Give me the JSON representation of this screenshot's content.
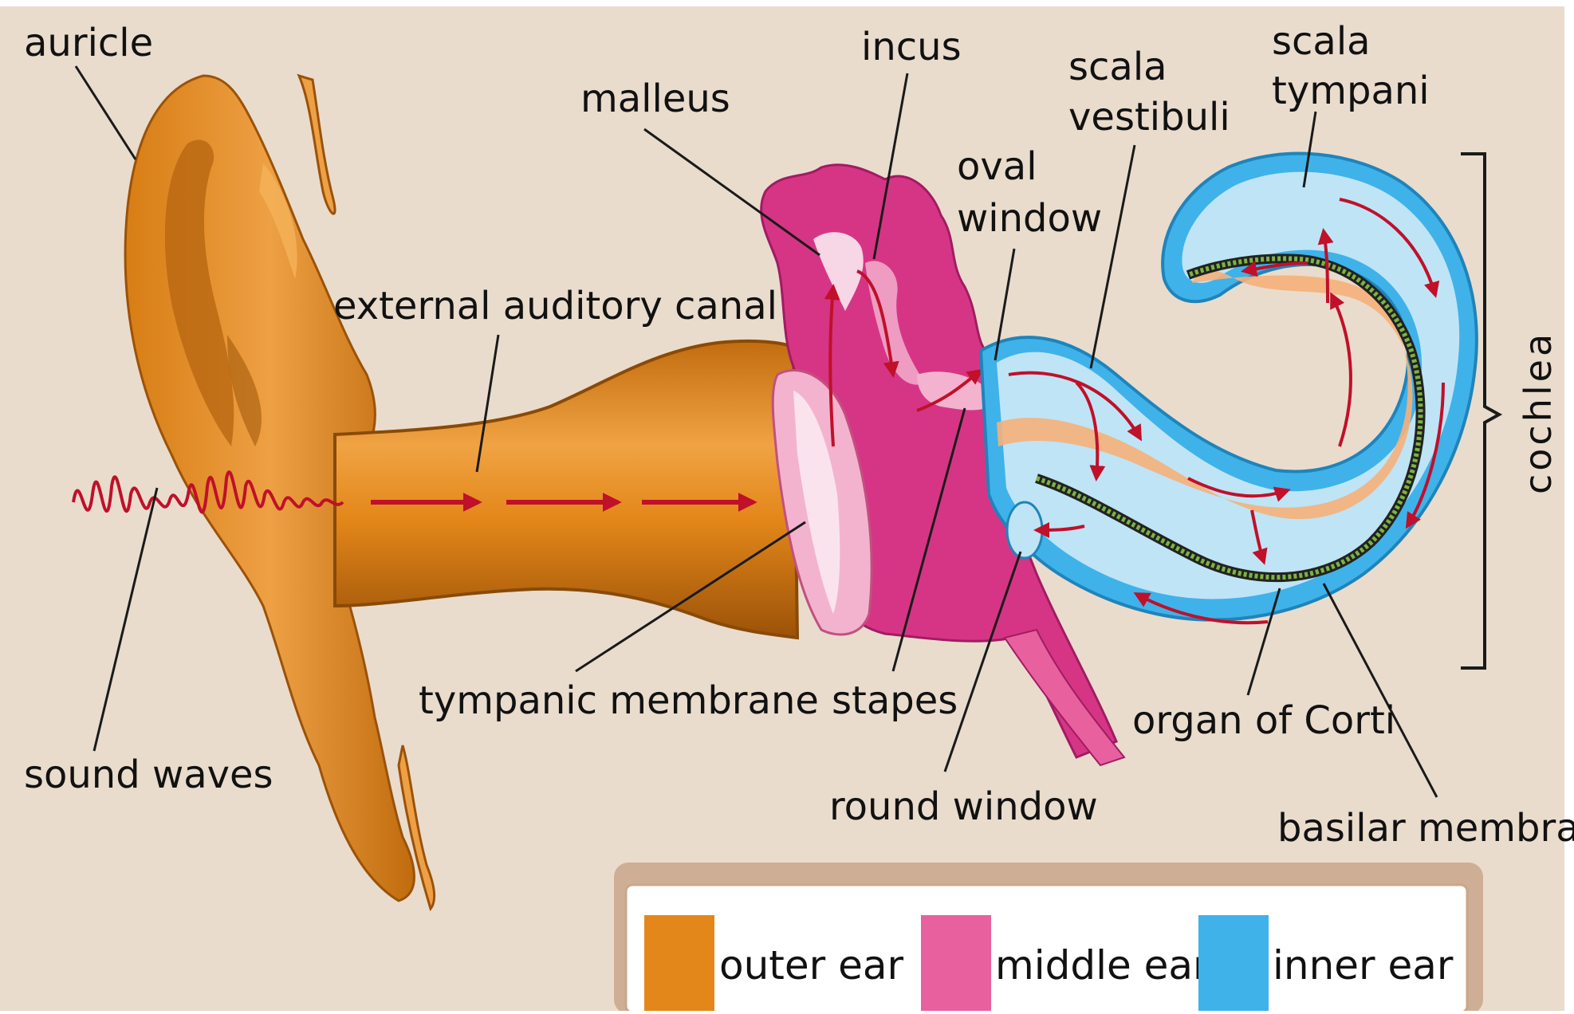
{
  "labels": {
    "auricle": "auricle",
    "external_auditory_canal": "external auditory canal",
    "sound_waves": "sound waves",
    "tympanic_membrane": "tympanic membrane",
    "malleus": "malleus",
    "incus": "incus",
    "stapes": "stapes",
    "oval_window_1": "oval",
    "oval_window_2": "window",
    "round_window": "round window",
    "scala_vestibuli_1": "scala",
    "scala_vestibuli_2": "vestibuli",
    "scala_tympani_1": "scala",
    "scala_tympani_2": "tympani",
    "organ_of_corti": "organ of Corti",
    "basilar_membrane": "basilar membrane",
    "cochlea": "cochlea"
  },
  "legend": {
    "items": [
      {
        "label": "outer ear",
        "color": "#e3871a"
      },
      {
        "label": "middle ear",
        "color": "#e8609e"
      },
      {
        "label": "inner ear",
        "color": "#3fb2ea"
      }
    ]
  },
  "colors": {
    "background": "#e9dccd",
    "outer_ear": "#e3871a",
    "outer_ear_dark": "#a85a0c",
    "middle_ear": "#d63585",
    "middle_ear_light": "#f3b3cf",
    "inner_ear": "#3fb2ea",
    "inner_ear_light": "#bfe4f5",
    "arrows": "#c0102a",
    "basilar": "#7cb342"
  }
}
